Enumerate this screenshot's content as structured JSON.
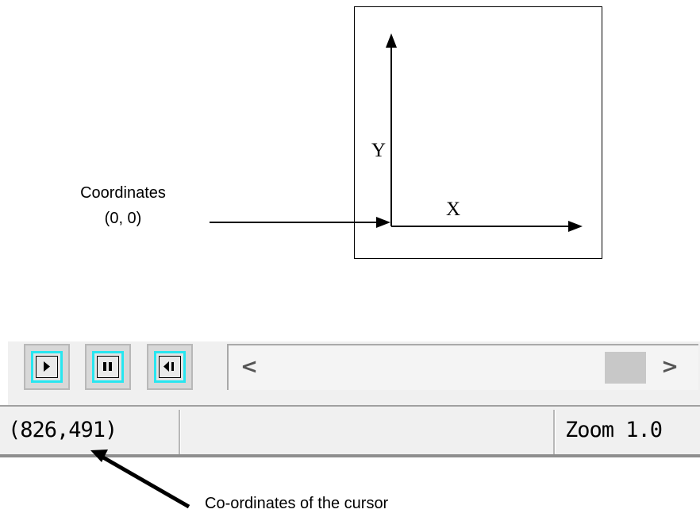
{
  "diagram": {
    "origin_label_line1": "Coordinates",
    "origin_label_line2": "(0, 0)",
    "y_axis_label": "Y",
    "x_axis_label": "X"
  },
  "toolbar": {
    "buttons": [
      {
        "name": "play-button",
        "icon": "play-icon"
      },
      {
        "name": "pause-button",
        "icon": "pause-icon"
      },
      {
        "name": "step-back-button",
        "icon": "step-back-icon"
      }
    ],
    "scroll_left_icon": "<",
    "scroll_right_icon": ">"
  },
  "statusbar": {
    "cursor_coords": "(826,491)",
    "zoom": "Zoom 1.0"
  },
  "annotation": {
    "caption": "Co-ordinates of the cursor"
  }
}
